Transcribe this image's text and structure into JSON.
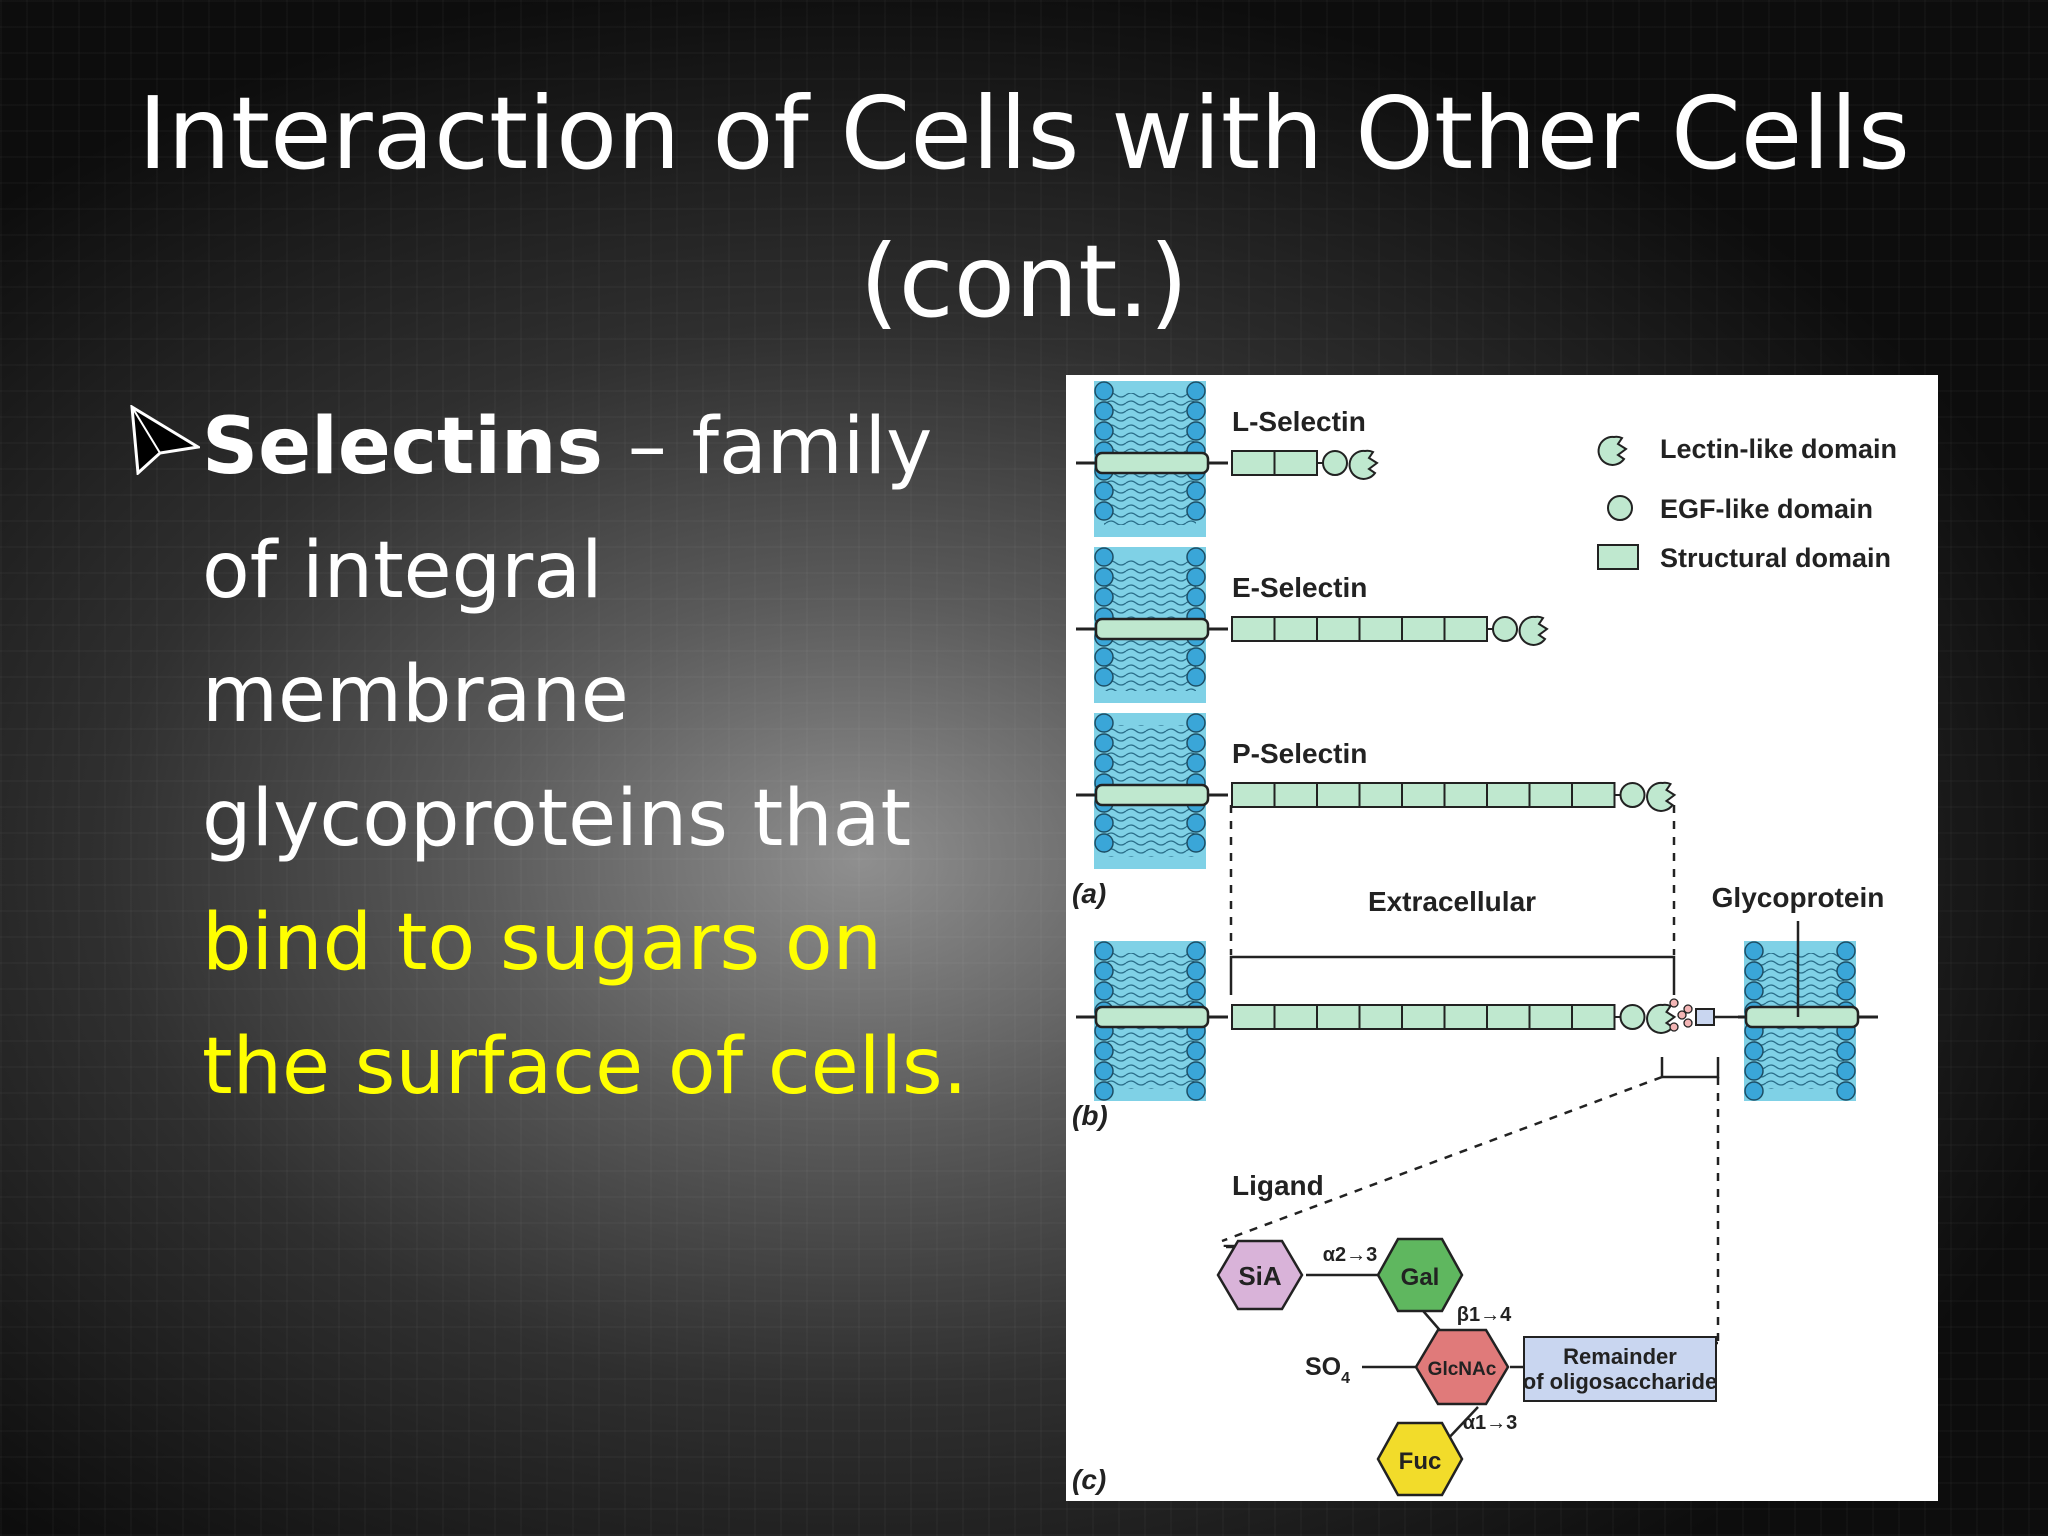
{
  "slide": {
    "title_line1": "Interaction of Cells with Other Cells",
    "title_line2": "(cont.)"
  },
  "bullet": {
    "term": "Selectins",
    "dash": " – ",
    "text_white": "family of integral membrane glycoproteins that ",
    "text_yellow": "bind to sugars on the surface of cells."
  },
  "colors": {
    "highlight": "#ffff00",
    "membrane_fill": "#7fd1e6",
    "lipid_head": "#3aa6d8",
    "domain_fill": "#bfe8cf",
    "sia": "#d9b3d9",
    "gal": "#5fb75f",
    "glcnac": "#e07a7a",
    "fuc": "#f2dc2a",
    "remainder_box": "#c9d6f0"
  },
  "figure": {
    "selectins": [
      {
        "label": "L-Selectin",
        "structural_domains": 2
      },
      {
        "label": "E-Selectin",
        "structural_domains": 6
      },
      {
        "label": "P-Selectin",
        "structural_domains": 9
      }
    ],
    "legend": [
      {
        "icon": "lectin-icon",
        "label": "Lectin-like domain"
      },
      {
        "icon": "egf-icon",
        "label": "EGF-like domain"
      },
      {
        "icon": "structural-icon",
        "label": "Structural domain"
      }
    ],
    "panel_a": "(a)",
    "panel_b": "(b)",
    "panel_c": "(c)",
    "extracellular": "Extracellular",
    "glycoprotein": "Glycoprotein",
    "ligand": "Ligand",
    "sugars": {
      "sia": "SiA",
      "gal": "Gal",
      "glcnac": "GlcNAc",
      "fuc": "Fuc",
      "so4_main": "SO",
      "so4_sub": "4",
      "minus": "–"
    },
    "linkages": {
      "sia_gal": "α2→3",
      "gal_glcnac": "β1→4",
      "glcnac_fuc": "α1→3"
    },
    "remainder_line1": "Remainder",
    "remainder_line2": "of oligosaccharide"
  }
}
